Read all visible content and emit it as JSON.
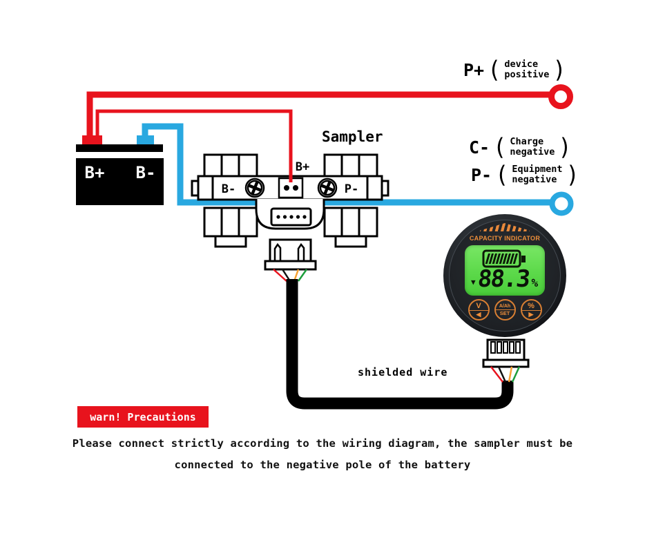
{
  "colors": {
    "wire_positive": "#e8131d",
    "wire_negative": "#29a8e0",
    "accent_orange": "#ef8f3a",
    "lcd_green": "#5cd94a"
  },
  "battery": {
    "pos": "B+",
    "neg": "B-"
  },
  "sampler": {
    "title": "Sampler",
    "left": "B-",
    "center": "B+",
    "right": "P-"
  },
  "terminal_labels": {
    "p_plus": {
      "tag": "P+",
      "paren_open": "(",
      "line1": "device",
      "line2": "positive",
      "paren_close": ")"
    },
    "c_minus": {
      "tag": "C-",
      "paren_open": "(",
      "line1": "Charge",
      "line2": "negative",
      "paren_close": ")"
    },
    "p_minus": {
      "tag": "P-",
      "paren_open": "(",
      "line1": "Equipment",
      "line2": "negative",
      "paren_close": ")"
    }
  },
  "shielded_wire": "shielded wire",
  "warning": {
    "badge": "warn! Precautions",
    "line1": "Please connect strictly according to the wiring diagram, the sampler must be",
    "line2": "connected to the negative pole of the battery"
  },
  "gauge": {
    "title": "CAPACITY INDICATOR",
    "pointer": "▼",
    "reading": "88.3",
    "unit": "%",
    "buttons": [
      {
        "top": "V",
        "bottom": "◀"
      },
      {
        "top": "A/Ah",
        "bottom": "SET"
      },
      {
        "top": "%",
        "bottom": "▶"
      }
    ]
  }
}
